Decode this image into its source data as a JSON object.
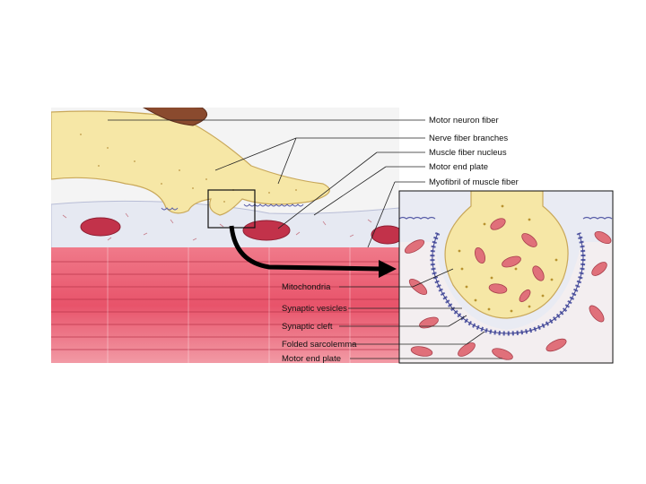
{
  "labels": {
    "motor_neuron_fiber": "Motor neuron fiber",
    "nerve_fiber_branches": "Nerve fiber branches",
    "muscle_fiber_nucleus": "Muscle fiber nucleus",
    "motor_end_plate_top": "Motor end plate",
    "myofibril": "Myofibril of muscle fiber",
    "mitochondria": "Mitochondria",
    "synaptic_vesicles": "Synaptic vesicles",
    "synaptic_cleft": "Synaptic cleft",
    "folded_sarcolemma": "Folded sarcolemma",
    "motor_end_plate_bottom": "Motor end plate"
  },
  "colors": {
    "nerve": "#f6e7a6",
    "nerve_outline": "#c9a85a",
    "sarcoplasm": "#e6e9f2",
    "muscle_band": "#e8536a",
    "nucleus": "#c2324a",
    "membrane_fold": "#5a5fa8",
    "mitochondrion": "#e0707a"
  }
}
